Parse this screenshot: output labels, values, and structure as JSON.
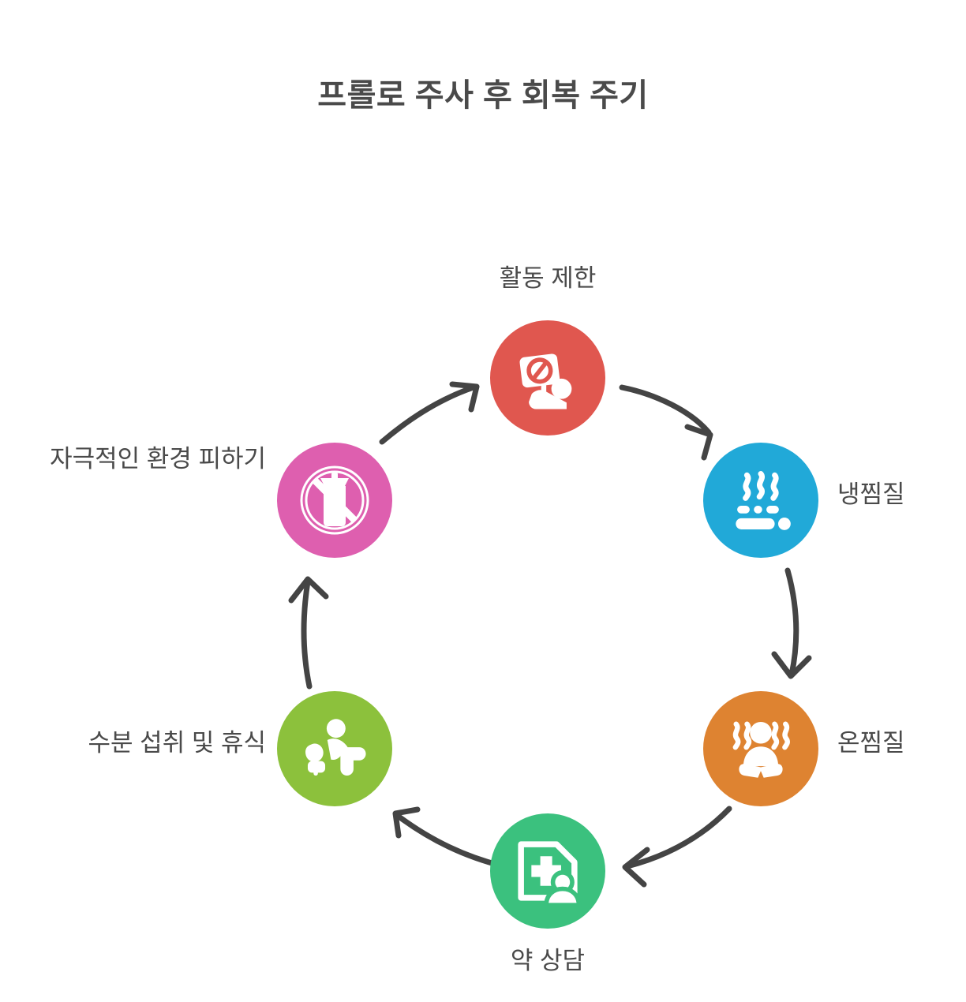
{
  "diagram": {
    "title": "프롤로 주사 후 회복 주기",
    "type": "cycle",
    "background_color": "#ffffff",
    "title_color": "#4a4a4a",
    "label_color": "#4a4a4a",
    "arrow_color": "#444444",
    "steps": [
      {
        "id": "activity-restriction",
        "label": "활동 제한",
        "color": "#e0574f",
        "icon": "no-activity-sign-icon",
        "position": "top"
      },
      {
        "id": "cold-compress",
        "label": "냉찜질",
        "color": "#21a9d8",
        "icon": "cold-steam-icon",
        "position": "upper-right"
      },
      {
        "id": "warm-compress",
        "label": "온찜질",
        "color": "#de8331",
        "icon": "warm-person-icon",
        "position": "lower-right"
      },
      {
        "id": "medication-consultation",
        "label": "약 상담",
        "color": "#3bc17e",
        "icon": "medical-document-person-icon",
        "position": "bottom"
      },
      {
        "id": "hydration-and-rest",
        "label": "수분 섭취 및 휴식",
        "color": "#8cc13c",
        "icon": "resting-person-icon",
        "position": "lower-left"
      },
      {
        "id": "avoid-irritants",
        "label": "자극적인 환경 피하기",
        "color": "#de5faf",
        "icon": "no-alcohol-icon",
        "position": "upper-left"
      }
    ],
    "connectors": [
      {
        "id": "arrow-avoid-to-activity",
        "from": "avoid-irritants",
        "to": "activity-restriction"
      },
      {
        "id": "arrow-activity-to-cold",
        "from": "activity-restriction",
        "to": "cold-compress"
      },
      {
        "id": "arrow-cold-to-warm",
        "from": "cold-compress",
        "to": "warm-compress"
      },
      {
        "id": "arrow-warm-to-medication",
        "from": "warm-compress",
        "to": "medication-consultation"
      },
      {
        "id": "arrow-medication-to-rest",
        "from": "medication-consultation",
        "to": "hydration-and-rest"
      },
      {
        "id": "arrow-rest-to-avoid",
        "from": "hydration-and-rest",
        "to": "avoid-irritants"
      }
    ]
  }
}
